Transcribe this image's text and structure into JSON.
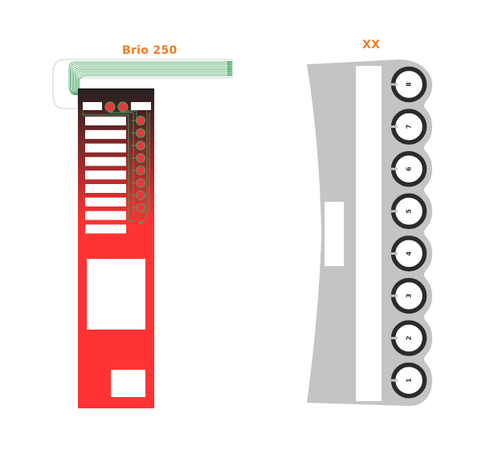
{
  "left_panel": {
    "title": "Brio 250",
    "title_color": "#f47b20",
    "gradient_top": "#231f20",
    "gradient_bottom": "#ff3333",
    "trace_color": "#3da35d",
    "led_color": "#e8383d",
    "key_window_count": 9,
    "led_count": 8
  },
  "right_panel": {
    "title": "XX",
    "title_color": "#f47b20",
    "panel_color": "#c4c4c4",
    "ring_color": "#2b2b2b",
    "button_labels": [
      "8",
      "7",
      "6",
      "5",
      "4",
      "3",
      "2",
      "1"
    ]
  }
}
